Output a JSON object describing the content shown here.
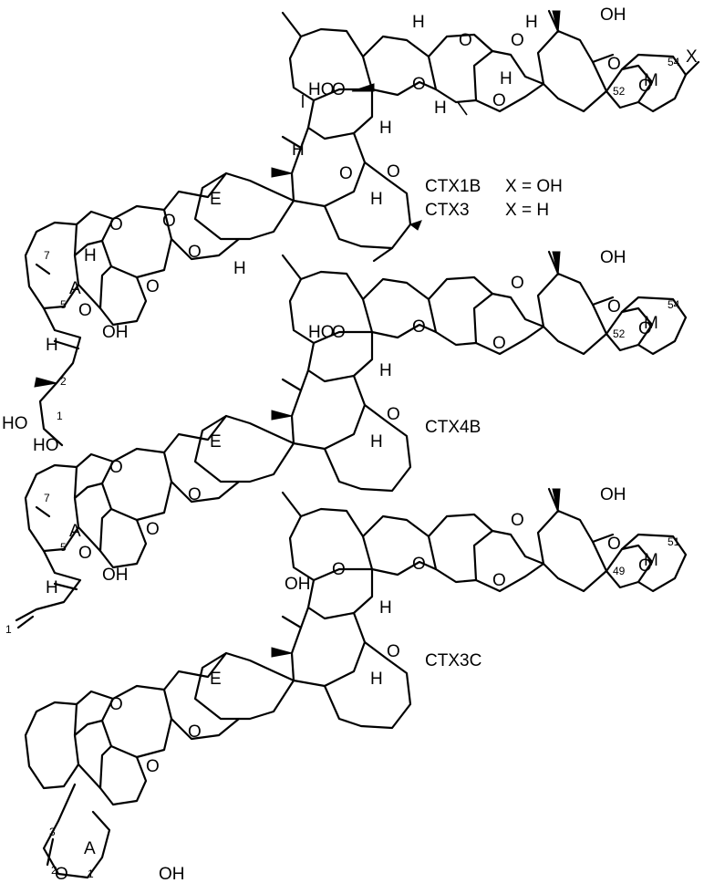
{
  "compounds": [
    {
      "name": "CTX1B",
      "substituent": "X = OH"
    },
    {
      "name": "CTX3",
      "substituent": "X = H"
    },
    {
      "name": "CTX4B",
      "substituent": ""
    },
    {
      "name": "CTX3C",
      "substituent": ""
    }
  ],
  "atoms": {
    "oxygen": "O",
    "hydrogen": "H",
    "hydroxyl_right": "OH",
    "hydroxyl_left": "HO",
    "x_group": "X"
  },
  "ring_labels": {
    "a": "A",
    "e": "E",
    "m": "M"
  },
  "locants": {
    "c1": "1",
    "c2": "2",
    "c3": "3",
    "c5": "5",
    "c7": "7",
    "c49": "49",
    "c51": "51",
    "c52": "52",
    "c54": "54"
  }
}
